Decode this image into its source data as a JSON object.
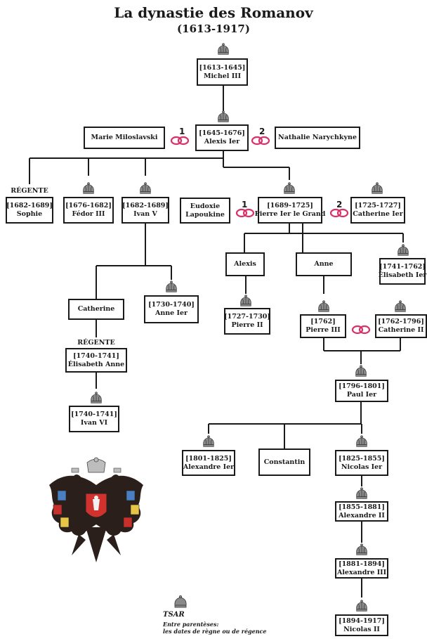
{
  "title": "La dynastie des Romanov",
  "subtitle": "(1613-1917)",
  "people": {
    "michel": {
      "dates": "[1613-1645]",
      "name": "Michel III"
    },
    "alexis1": {
      "dates": "[1645-1676]",
      "name": "Alexis Ier"
    },
    "marie": {
      "name": "Marie Miloslavski"
    },
    "nathalie": {
      "name": "Nathalie Narychkyne"
    },
    "sophie": {
      "dates": "[1682-1689]",
      "name": "Sophie"
    },
    "fedor": {
      "dates": "[1676-1682]",
      "name": "Fédor III"
    },
    "ivan5": {
      "dates": "[1682-1689]",
      "name": "Ivan V"
    },
    "eudoxie": {
      "name1": "Eudoxie",
      "name2": "Lapoukine"
    },
    "pierre1": {
      "dates": "[1689-1725]",
      "name": "Pierre Ier le Grand"
    },
    "catherine1": {
      "dates": "[1725-1727]",
      "name": "Catherine Ier"
    },
    "alexis2": {
      "name": "Alexis"
    },
    "anne": {
      "name": "Anne"
    },
    "elisabeth1": {
      "dates": "[1741-1762]",
      "name": "Élisabeth Ier"
    },
    "catherine": {
      "name": "Catherine"
    },
    "anne1": {
      "dates": "[1730-1740]",
      "name": "Anne Ier"
    },
    "pierre2": {
      "dates": "[1727-1730]",
      "name": "Pierre II"
    },
    "pierre3": {
      "dates": "[1762]",
      "name": "Pierre III"
    },
    "catherine2": {
      "dates": "[1762-1796]",
      "name": "Catherine II"
    },
    "elisabethanne": {
      "dates": "[1740-1741]",
      "name": "Élisabeth Anne"
    },
    "ivan6": {
      "dates": "[1740-1741]",
      "name": "Ivan VI"
    },
    "paul1": {
      "dates": "[1796-1801]",
      "name": "Paul Ier"
    },
    "alexandre1": {
      "dates": "[1801-1825]",
      "name": "Alexandre Ier"
    },
    "constantin": {
      "name": "Constantin"
    },
    "nicolas1": {
      "dates": "[1825-1855]",
      "name": "Nicolas Ier"
    },
    "alexandre2": {
      "dates": "[1855-1881]",
      "name": "Alexandre II"
    },
    "alexandre3": {
      "dates": "[1881-1894]",
      "name": "Alexandre III"
    },
    "nicolas2": {
      "dates": "[1894-1917]",
      "name": "Nicolas II"
    }
  },
  "labels": {
    "regente": "RÉGENTE",
    "marriage_1": "1",
    "marriage_2": "2"
  },
  "legend": {
    "tsar": "TSAR",
    "line1": "Entre parentèses:",
    "line2": "les dates de règne ou de régence"
  },
  "colors": {
    "line": "#1a1a1a",
    "crown": "#8a8a8a",
    "rings": "#d6336c"
  }
}
